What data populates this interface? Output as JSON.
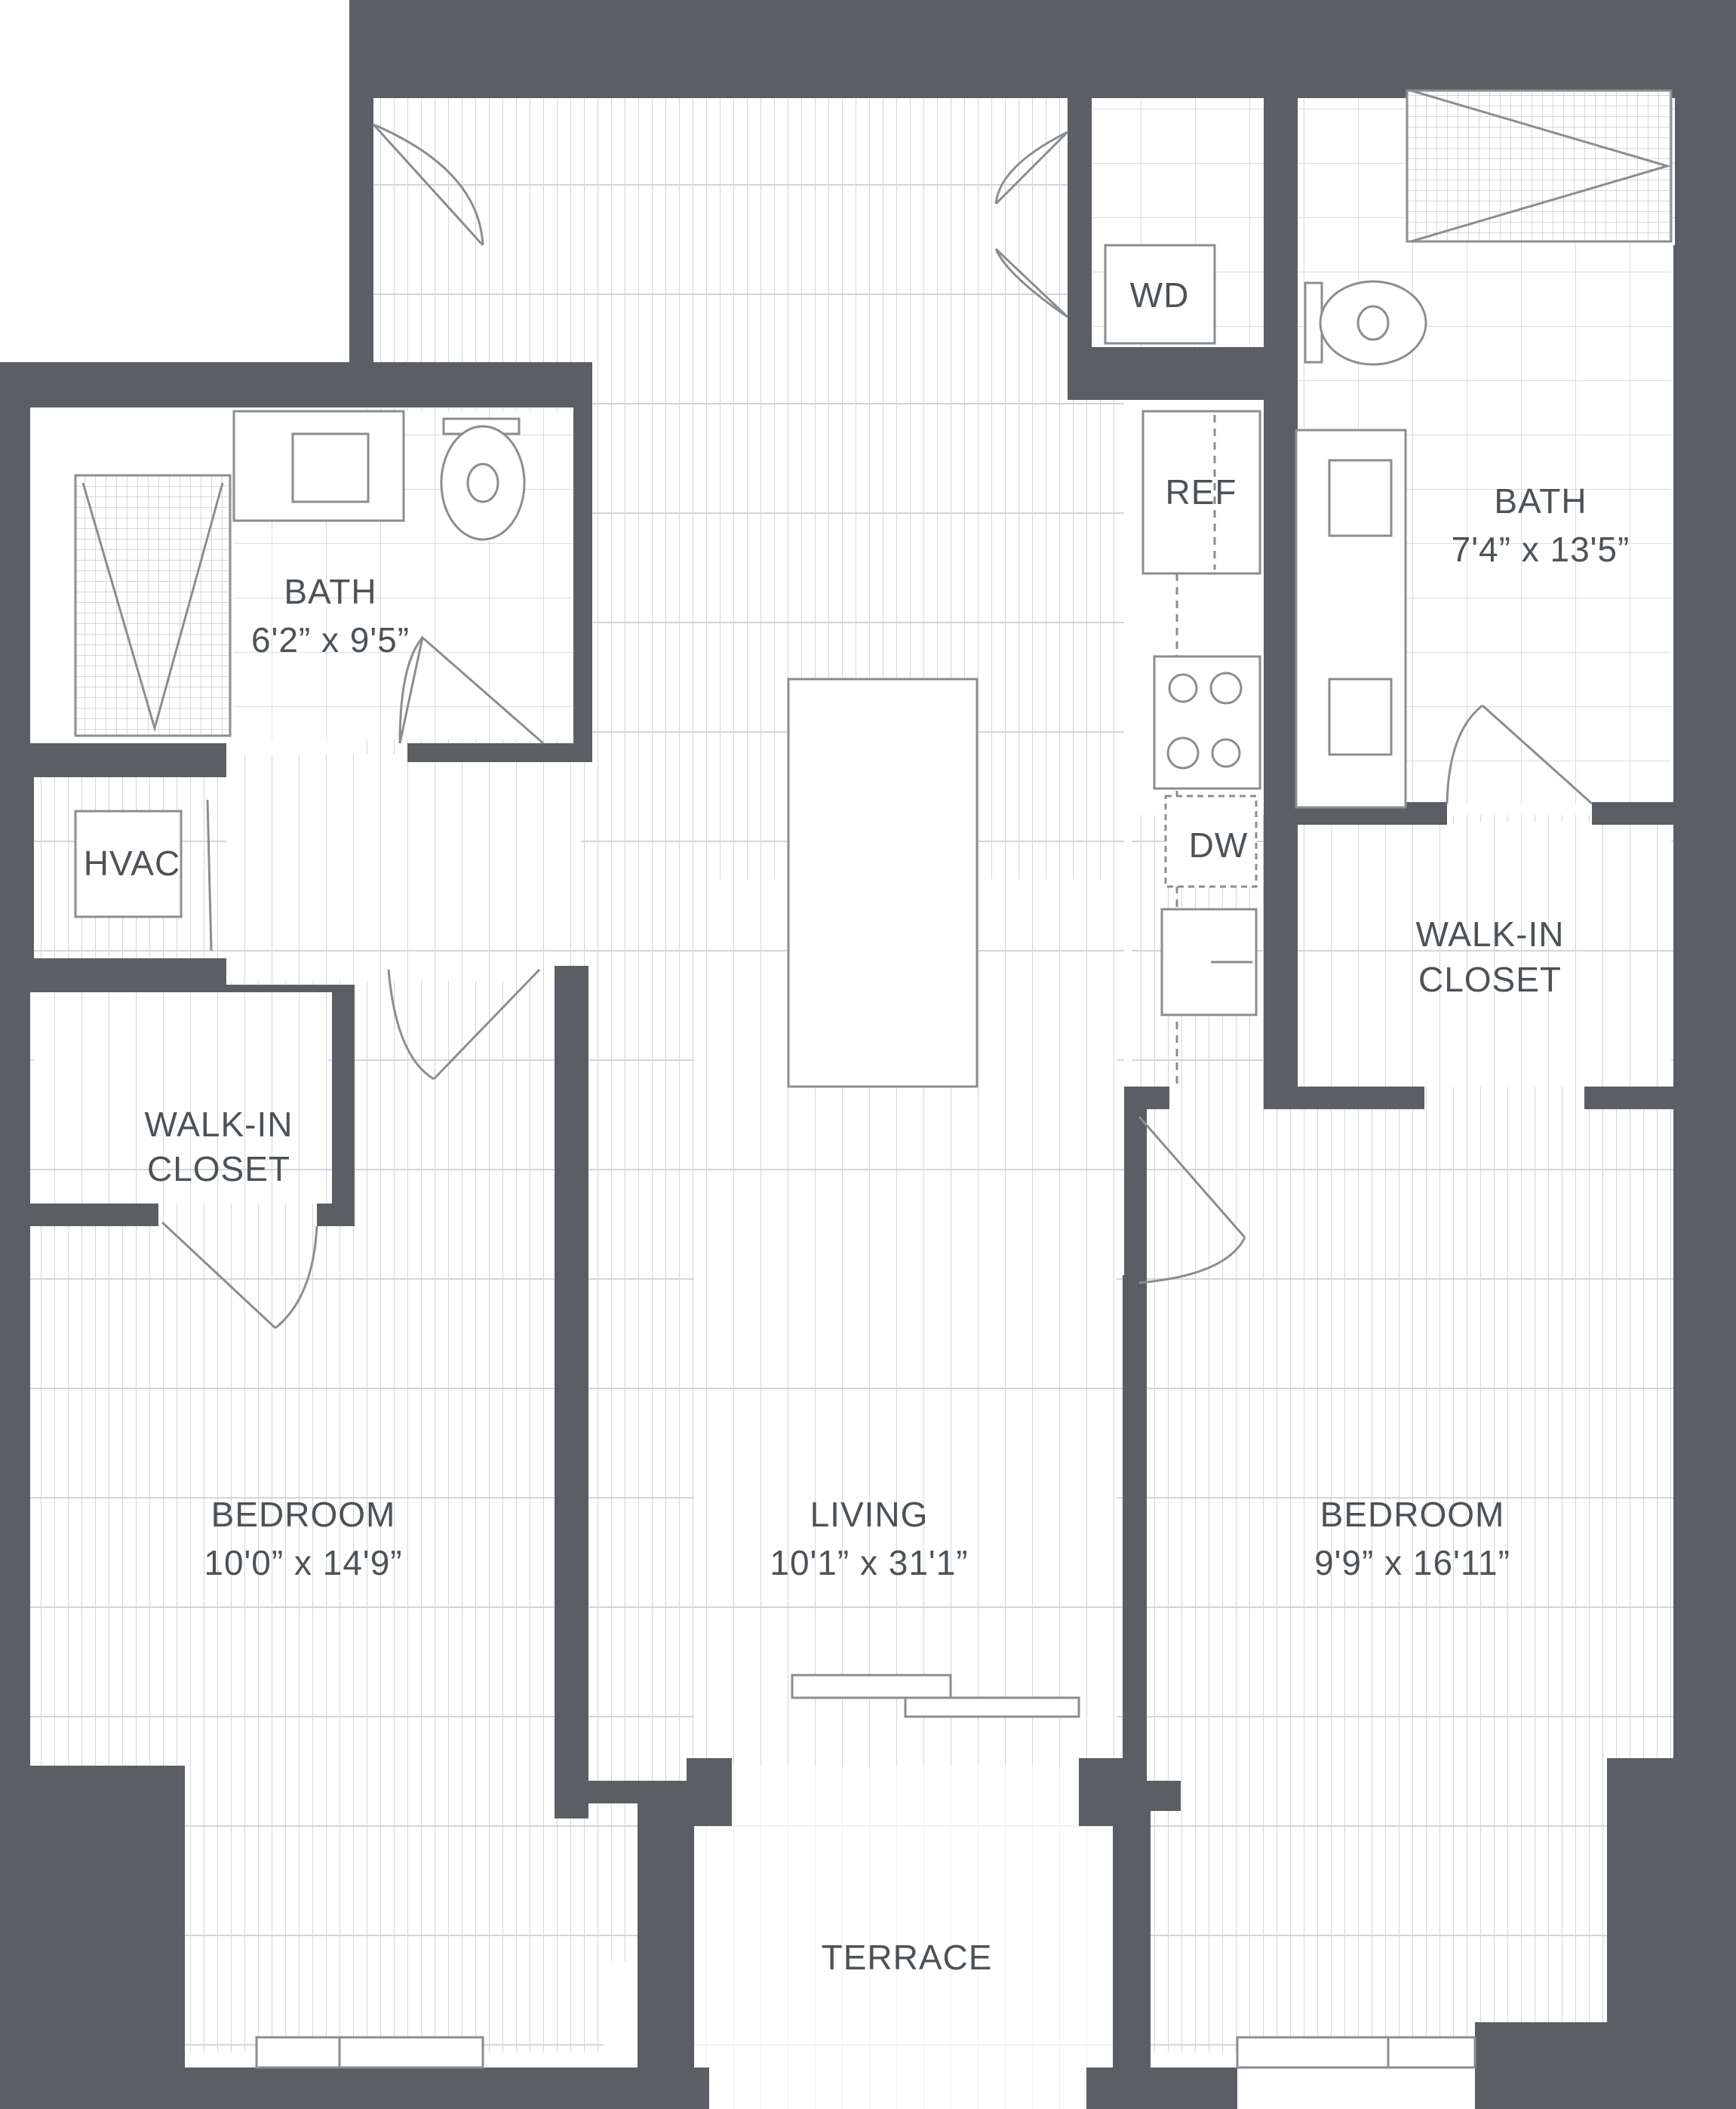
{
  "plan": {
    "colors": {
      "wall": "#5b5f63",
      "floor_line": "#cfd2d4",
      "fixture": "#8a8e91",
      "label": "#4d5256"
    },
    "rooms": {
      "bath_left": {
        "name": "BATH",
        "dims": "6'2” x 9'5”"
      },
      "bath_right": {
        "name": "BATH",
        "dims": "7'4” x 13'5”"
      },
      "closet_right": {
        "name_line1": "WALK-IN",
        "name_line2": "CLOSET"
      },
      "closet_left": {
        "name_line1": "WALK-IN",
        "name_line2": "CLOSET"
      },
      "bedroom_left": {
        "name": "BEDROOM",
        "dims": "10'0” x 14'9”"
      },
      "living": {
        "name": "LIVING",
        "dims": "10'1” x 31'1”"
      },
      "bedroom_right": {
        "name": "BEDROOM",
        "dims": "9'9” x 16'11”"
      },
      "terrace": {
        "name": "TERRACE"
      }
    },
    "fixtures": {
      "wd": "WD",
      "ref": "REF",
      "dw": "DW",
      "hvac": "HVAC"
    }
  }
}
